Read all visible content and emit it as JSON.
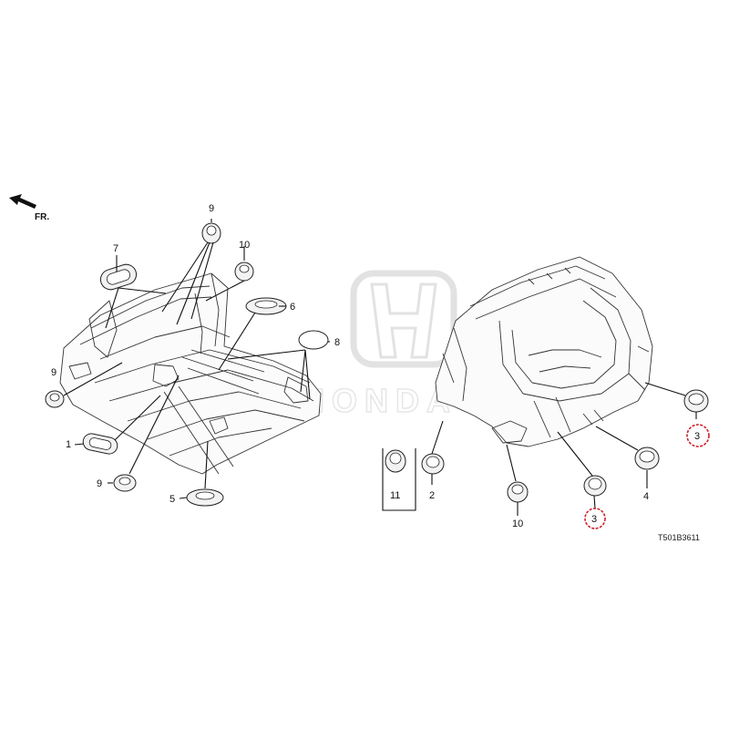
{
  "direction": {
    "label": "FR.",
    "icon": "front-arrow-icon"
  },
  "diagram_code": "T501B3611",
  "watermark": {
    "icon": "honda-logo-icon",
    "text": "HONDA"
  },
  "highlight_color": "#d0202a",
  "callouts": {
    "c7": "7",
    "c9a": "9",
    "c10a": "10",
    "c6": "6",
    "c8": "8",
    "c9b": "9",
    "c1": "1",
    "c9c": "9",
    "c5": "5",
    "c11": "11",
    "c2": "2",
    "c10b": "10",
    "c3a": "3",
    "c4": "4",
    "c3b": "3"
  }
}
